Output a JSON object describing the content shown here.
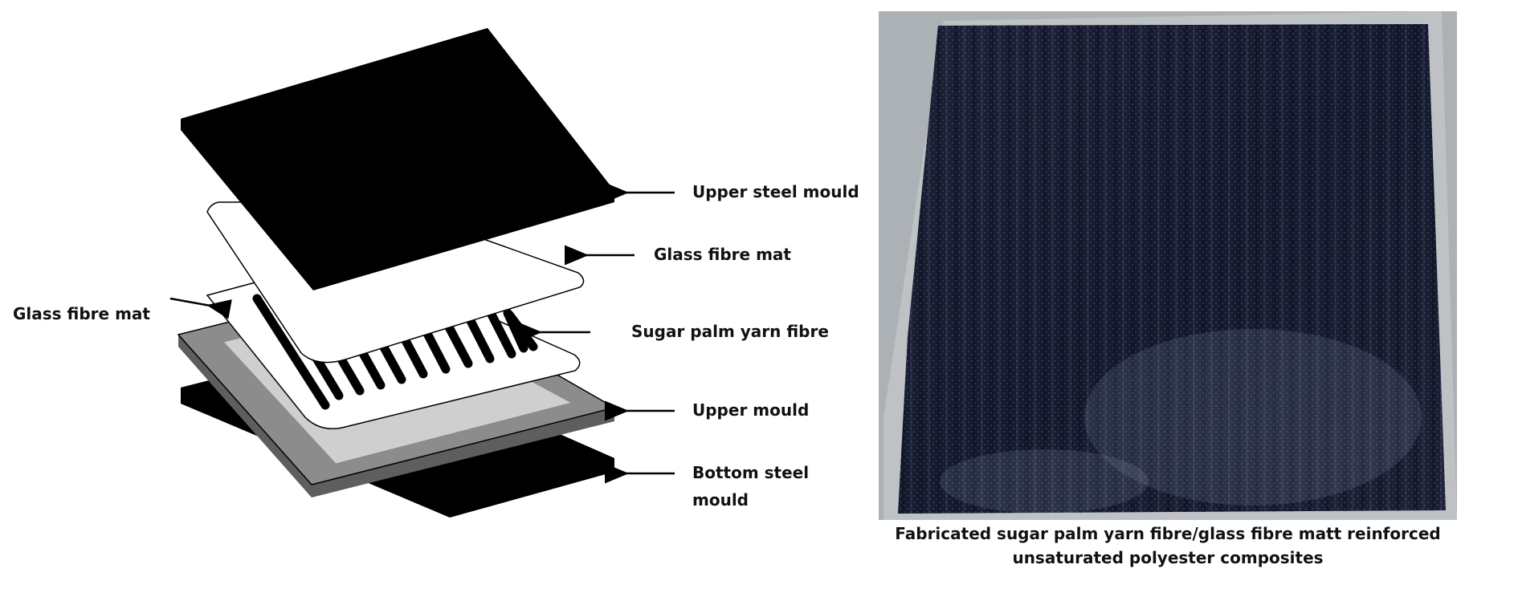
{
  "diagram": {
    "layers": [
      {
        "id": "upper-steel-mould",
        "label": "Upper steel mould",
        "color": "#000000"
      },
      {
        "id": "glass-fibre-mat-top",
        "label": "Glass fibre mat",
        "color": "#ffffff"
      },
      {
        "id": "sugar-palm-yarn-fibre",
        "label": "Sugar palm yarn fibre",
        "color": "#ffffff"
      },
      {
        "id": "upper-mould",
        "label": "Upper mould",
        "color": "#8c8c8c"
      },
      {
        "id": "bottom-steel-mould",
        "label_lines": [
          "Bottom steel",
          "mould"
        ],
        "color": "#000000"
      }
    ],
    "left_label": "Glass fibre mat"
  },
  "photo": {
    "caption_lines": [
      "Fabricated sugar palm yarn fibre/glass fibre matt reinforced",
      "unsaturated polyester composites"
    ]
  }
}
